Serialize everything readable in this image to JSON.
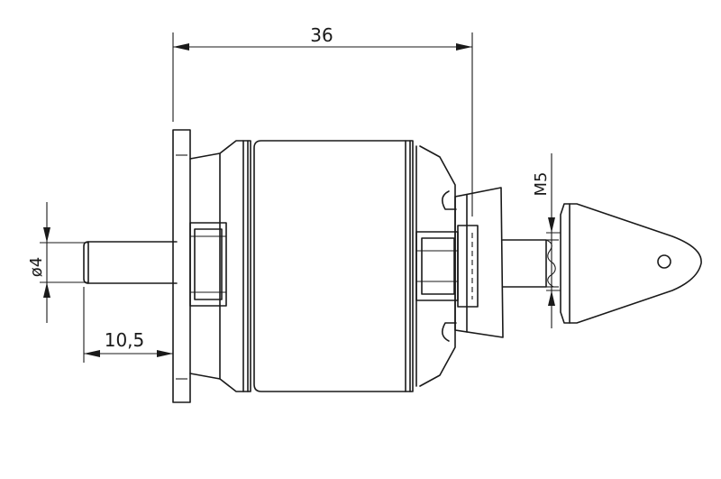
{
  "dimensions": {
    "overall_length": "36",
    "shaft_diameter": "ø4",
    "shaft_length": "10,5",
    "thread": "M5"
  },
  "colors": {
    "line": "#1a1a1a",
    "background": "#ffffff"
  }
}
